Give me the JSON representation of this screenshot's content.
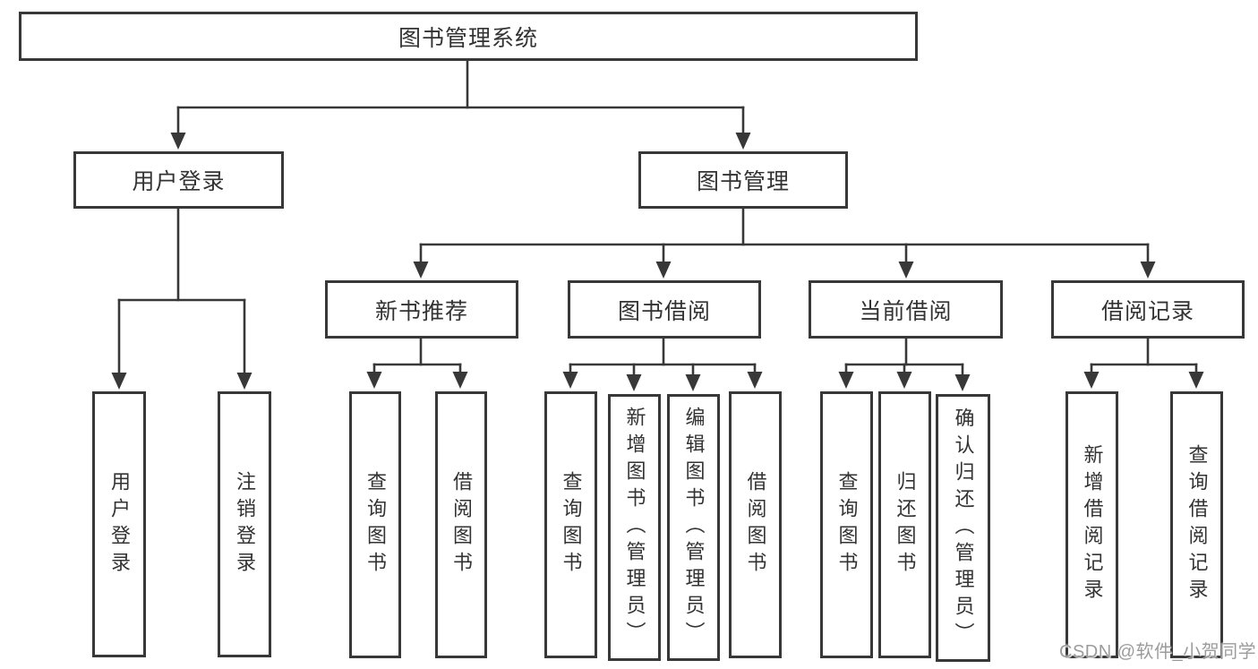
{
  "diagram": {
    "root_label": "图书管理系统",
    "level2": [
      {
        "label": "用户登录",
        "children": [
          "用户登录",
          "注销登录"
        ]
      },
      {
        "label": "图书管理"
      }
    ],
    "level3": [
      {
        "label": "新书推荐",
        "children": [
          "查询图书",
          "借阅图书"
        ]
      },
      {
        "label": "图书借阅",
        "children": [
          "查询图书",
          "新增图书（管理员）",
          "编辑图书（管理员）",
          "借阅图书"
        ]
      },
      {
        "label": "当前借阅",
        "children": [
          "查询图书",
          "归还图书",
          "确认归还（管理员）"
        ]
      },
      {
        "label": "借阅记录",
        "children": [
          "新增借阅记录",
          "查询借阅记录"
        ]
      }
    ]
  },
  "watermark": {
    "text": "CSDN @软件_小贺同学"
  },
  "colors": {
    "line": "#383838",
    "text": "#333333",
    "background": "#ffffff",
    "watermark": "#9c9c9c"
  }
}
